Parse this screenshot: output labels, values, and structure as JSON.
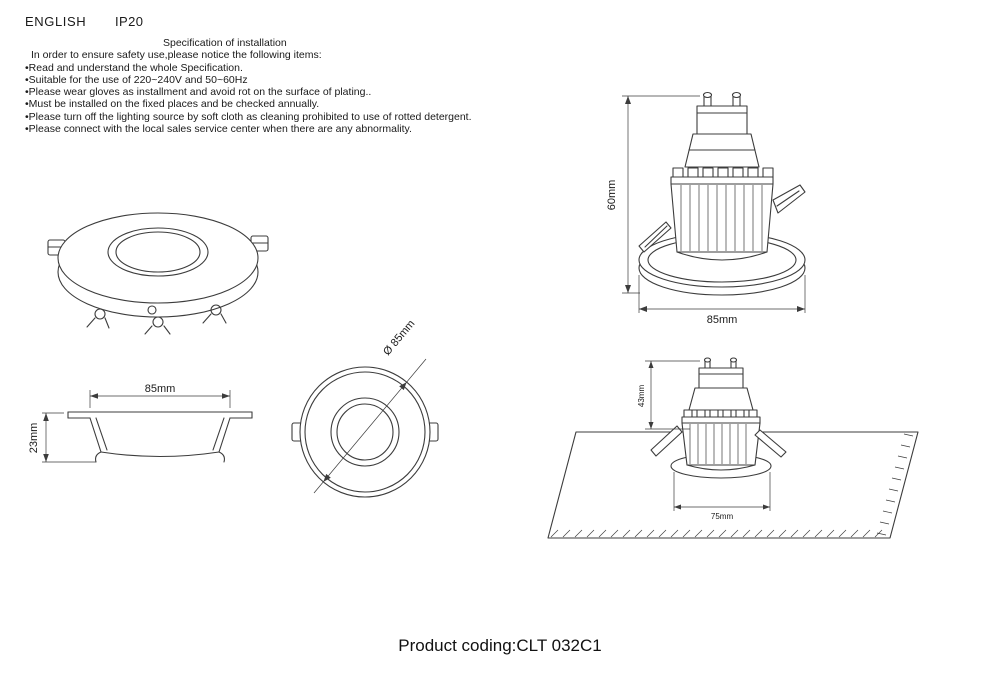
{
  "header": {
    "language": "ENGLISH",
    "ip_rating": "IP20"
  },
  "spec": {
    "title": "Specification of installation",
    "intro": "In order to ensure safety use,please notice the following items:",
    "items": [
      "•Read and understand the whole Specification.",
      "•Suitable for the use of 220~240V and 50~60Hz",
      "•Please wear gloves as installment and avoid rot on the surface of plating..",
      "•Must be installed on the fixed places and be checked annually.",
      "•Please turn off the lighting source by soft cloth as cleaning prohibited to use of rotted detergent.",
      "•Please connect with the local sales service center when there are any abnormality."
    ]
  },
  "dimensions": {
    "side_width": "85mm",
    "side_height": "23mm",
    "top_diameter": "Ø 85mm",
    "fixture_height": "60mm",
    "fixture_width": "85mm",
    "install_height": "43mm",
    "cutout_width": "75mm"
  },
  "footer": {
    "product_coding": "Product coding:CLT 032C1"
  },
  "colors": {
    "line": "#3c3c3c",
    "text": "#1a1a1a",
    "background": "#ffffff"
  }
}
